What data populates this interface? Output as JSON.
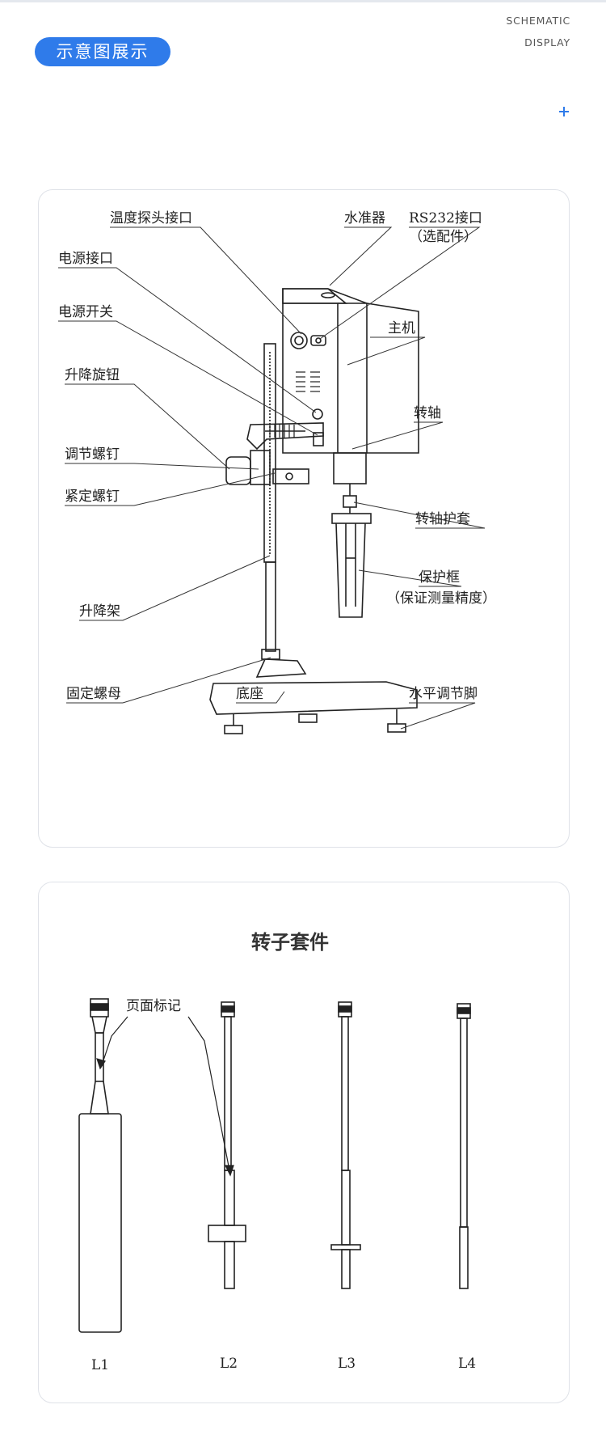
{
  "header": {
    "section_title": "示意图展示",
    "subtitle_line1": "SCHEMATIC",
    "subtitle_line2": "DISPLAY",
    "accent_color": "#2f7bea",
    "expand_icon": "plus-icon"
  },
  "diagram1": {
    "labels": {
      "temp_probe": "温度探头接口",
      "level": "水准器",
      "rs232": "RS232接口",
      "rs232_note": "（选配件）",
      "power_port": "电源接口",
      "power_switch": "电源开关",
      "main_unit": "主机",
      "lift_knob": "升降旋钮",
      "shaft": "转轴",
      "adjust_screw": "调节螺钉",
      "lock_screw": "紧定螺钉",
      "shaft_guard": "转轴护套",
      "frame": "保护框",
      "frame_note": "（保证测量精度）",
      "lift_stand": "升降架",
      "fix_nut": "固定螺母",
      "base": "底座",
      "level_foot": "水平调节脚"
    }
  },
  "diagram2": {
    "title": "转子套件",
    "mark_label": "页面标记",
    "rotors": [
      "L1",
      "L2",
      "L3",
      "L4"
    ]
  }
}
